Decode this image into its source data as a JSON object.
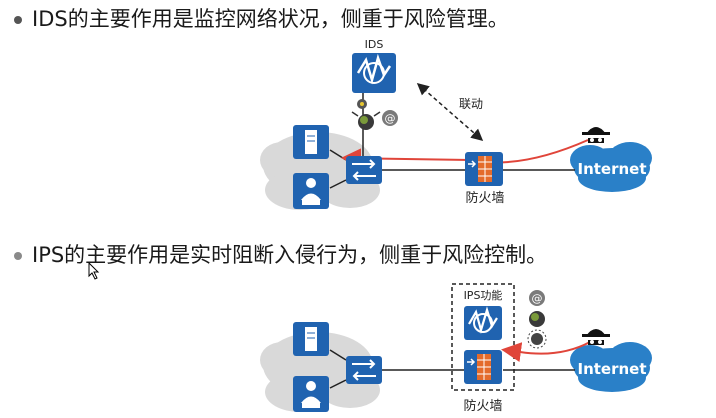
{
  "bullets": [
    {
      "text": "IDS的主要作用是监控网络状况，侧重于风险管理。"
    },
    {
      "text": "IPS的主要作用是实时阻断入侵行为，侧重于风险控制。"
    }
  ],
  "diagram1": {
    "ids_label": "IDS",
    "link_label": "联动",
    "firewall_label": "防火墙",
    "internet_label": "Internet"
  },
  "diagram2": {
    "ips_label": "IPS功能",
    "firewall_label": "防火墙",
    "internet_label": "Internet"
  },
  "colors": {
    "device_blue": "#2063b0",
    "cloud_gray": "#d9d9d9",
    "arrow_red": "#e0453a",
    "firewall_brick": "#e46b2b"
  }
}
